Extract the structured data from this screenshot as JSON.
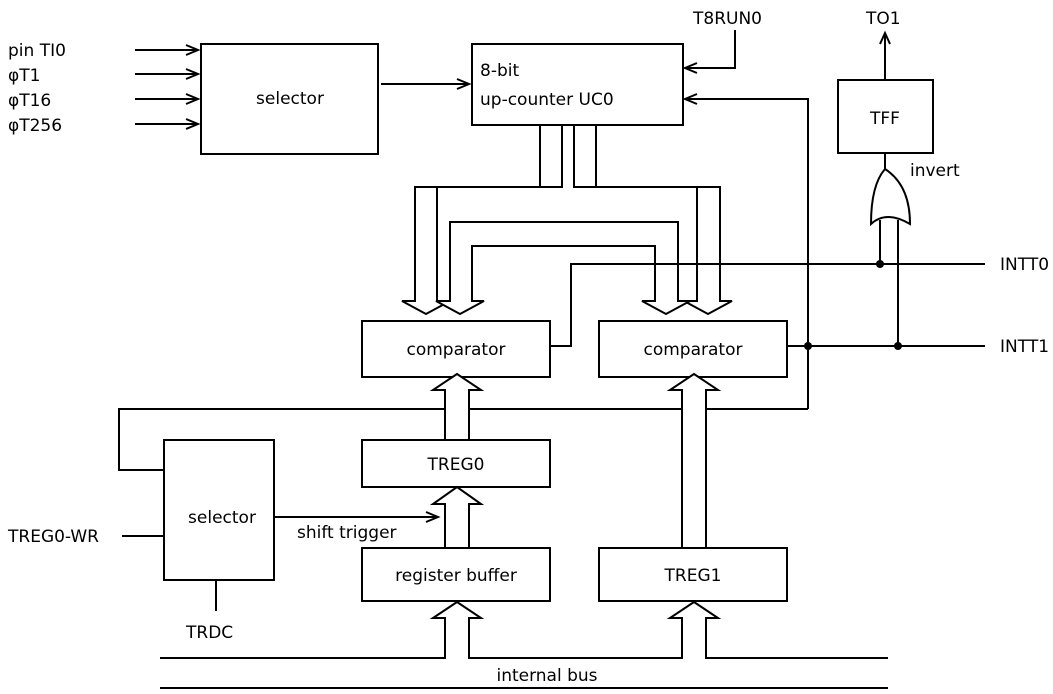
{
  "inputs": {
    "pin_ti0": "pin TI0",
    "phi_t1": "φT1",
    "phi_t16": "φT16",
    "phi_t256": "φT256",
    "treg0_wr": "TREG0-WR",
    "t8run0": "T8RUN0",
    "trdc": "TRDC"
  },
  "outputs": {
    "to1": "TO1",
    "intt0": "INTT0",
    "intt1": "INTT1"
  },
  "blocks": {
    "selector_top": "selector",
    "counter_line1": "8-bit",
    "counter_line2": "up-counter UC0",
    "tff": "TFF",
    "comparator0": "comparator",
    "comparator1": "comparator",
    "treg0": "TREG0",
    "treg1": "TREG1",
    "register_buffer": "register buffer",
    "selector_bottom": "selector"
  },
  "labels": {
    "invert": "invert",
    "shift_trigger": "shift trigger",
    "internal_bus": "internal bus"
  }
}
